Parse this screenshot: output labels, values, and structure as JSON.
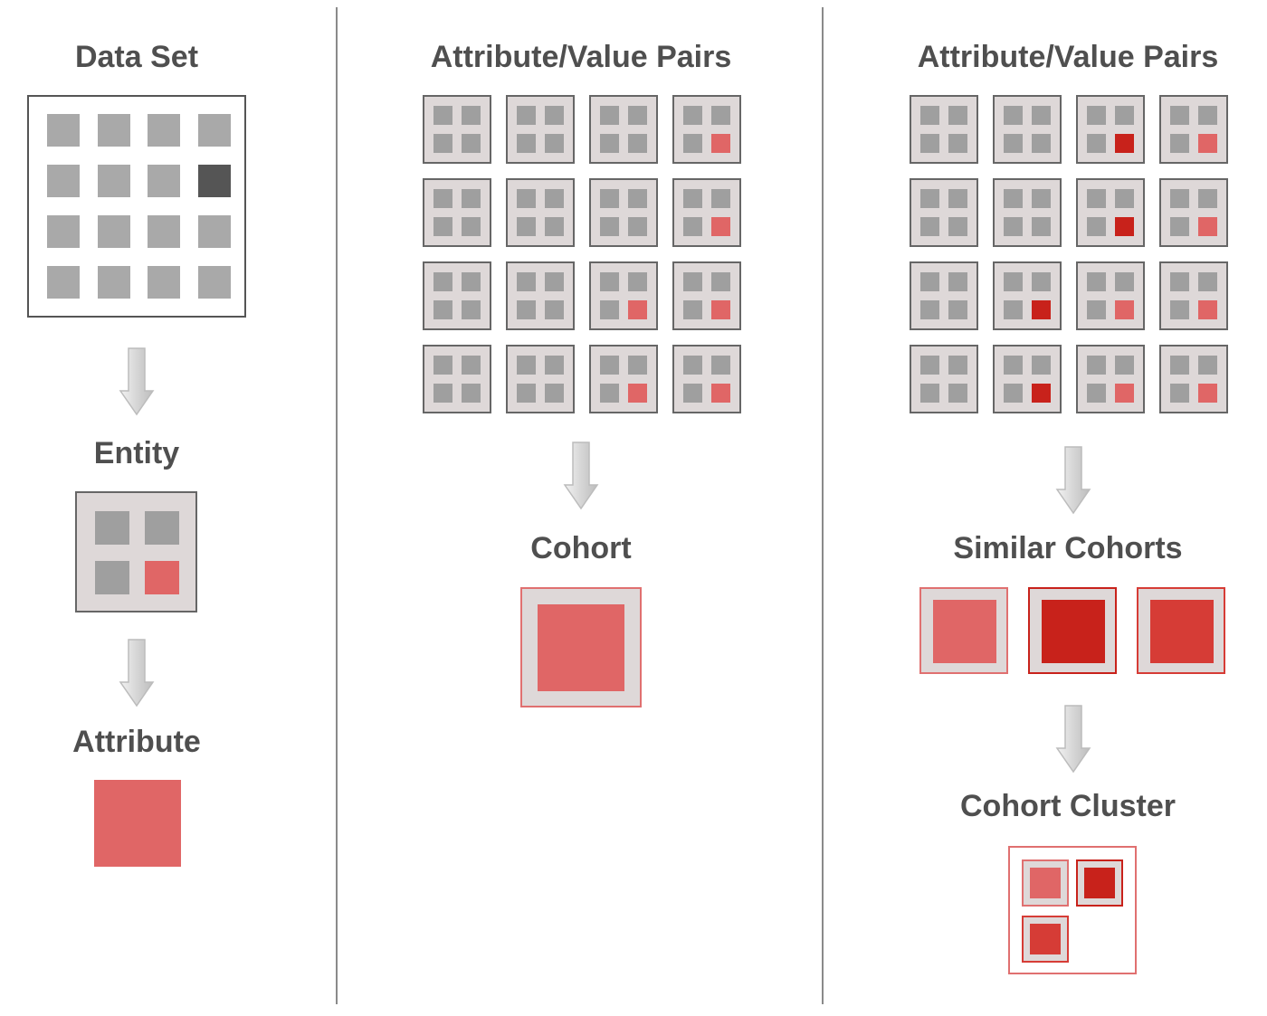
{
  "column1": {
    "title": "Data Set",
    "entity_label": "Entity",
    "attribute_label": "Attribute"
  },
  "column2": {
    "title": "Attribute/Value Pairs",
    "result_label": "Cohort"
  },
  "column3": {
    "title": "Attribute/Value Pairs",
    "similar_label": "Similar Cohorts",
    "cluster_label": "Cohort Cluster"
  },
  "colors": {
    "gray_cell": "#a9a9a9",
    "highlight_cell": "#555555",
    "entity_bg": "#ded8d8",
    "attribute_light_red": "#e06666",
    "attribute_dark_red": "#c8221b",
    "attribute_mid_red": "#d63c36",
    "divider": "#8a8a8a",
    "text": "#4f4f4f"
  }
}
